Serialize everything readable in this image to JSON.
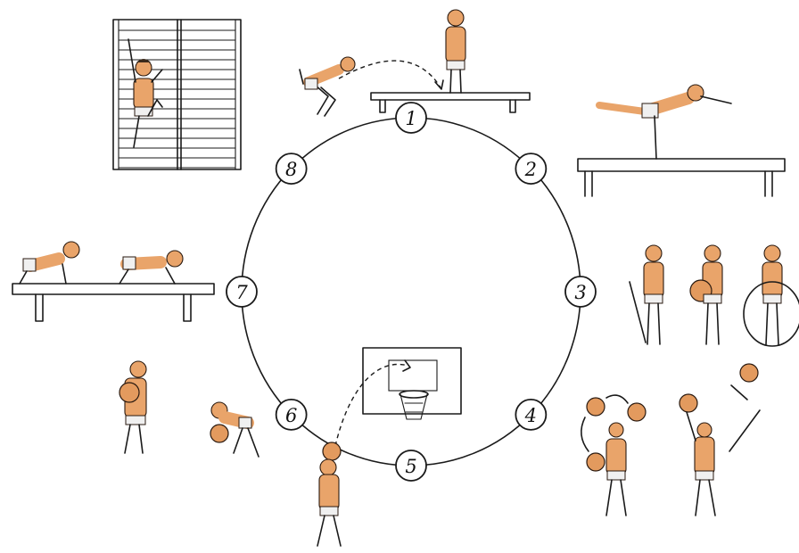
{
  "diagram": {
    "stations": [
      {
        "number": "1",
        "exercise": "jump-onto-bench"
      },
      {
        "number": "2",
        "exercise": "balance-on-beam"
      },
      {
        "number": "3",
        "exercise": "stick-ball-hoop"
      },
      {
        "number": "4",
        "exercise": "ball-toss"
      },
      {
        "number": "5",
        "exercise": "basketball-throw"
      },
      {
        "number": "6",
        "exercise": "ball-dribble"
      },
      {
        "number": "7",
        "exercise": "crawl-on-bench"
      },
      {
        "number": "8",
        "exercise": "wall-bars-climb"
      }
    ],
    "colors": {
      "line": "#1a1a1a",
      "skin": "#e9a46a",
      "hair": "#3a2a1c",
      "ball": "#e39a5e"
    }
  }
}
